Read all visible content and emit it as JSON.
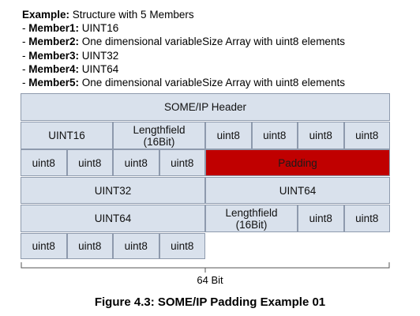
{
  "description": {
    "lines": [
      {
        "bold": "Example:",
        "text": " Structure with 5 Members"
      },
      {
        "prefix": "- ",
        "bold": "Member1:",
        "text": " UINT16"
      },
      {
        "prefix": "- ",
        "bold": "Member2:",
        "text": " One dimensional variableSize Array with uint8 elements"
      },
      {
        "prefix": "- ",
        "bold": "Member3:",
        "text": " UINT32"
      },
      {
        "prefix": "- ",
        "bold": "Member4:",
        "text": " UINT64"
      },
      {
        "prefix": "- ",
        "bold": "Member5:",
        "text": " One dimensional variableSize Array with uint8 elements"
      }
    ]
  },
  "diagram": {
    "cells": [
      {
        "name": "someip-header-cell",
        "text": "SOME/IP Header"
      },
      {
        "name": "member1-uint16-cell",
        "text": "UINT16"
      },
      {
        "name": "member2-lengthfield-cell",
        "text": "Lengthfield\n(16Bit)"
      },
      {
        "name": "member2-uint8-cell",
        "text": "uint8"
      },
      {
        "name": "member2-uint8-cell",
        "text": "uint8"
      },
      {
        "name": "member2-uint8-cell",
        "text": "uint8"
      },
      {
        "name": "member2-uint8-cell",
        "text": "uint8"
      },
      {
        "name": "member2-uint8-cell",
        "text": "uint8"
      },
      {
        "name": "member2-uint8-cell",
        "text": "uint8"
      },
      {
        "name": "member2-uint8-cell",
        "text": "uint8"
      },
      {
        "name": "member2-uint8-cell",
        "text": "uint8"
      },
      {
        "name": "padding-cell",
        "text": "Padding",
        "highlight": true
      },
      {
        "name": "member3-uint32-cell",
        "text": "UINT32"
      },
      {
        "name": "member4-uint64-cell",
        "text": "UINT64"
      },
      {
        "name": "member4-uint64-cell",
        "text": "UINT64"
      },
      {
        "name": "member5-lengthfield-cell",
        "text": "Lengthfield\n(16Bit)"
      },
      {
        "name": "member5-uint8-cell",
        "text": "uint8"
      },
      {
        "name": "member5-uint8-cell",
        "text": "uint8"
      },
      {
        "name": "member5-uint8-cell",
        "text": "uint8"
      },
      {
        "name": "member5-uint8-cell",
        "text": "uint8"
      },
      {
        "name": "member5-uint8-cell",
        "text": "uint8"
      },
      {
        "name": "member5-uint8-cell",
        "text": "uint8"
      }
    ],
    "width_label": "64 Bit",
    "colors": {
      "cell_fill": "#d9e1ec",
      "cell_border": "#8e9aad",
      "padding_fill": "#c00000"
    }
  },
  "caption": "Figure 4.3: SOME/IP Padding Example 01"
}
